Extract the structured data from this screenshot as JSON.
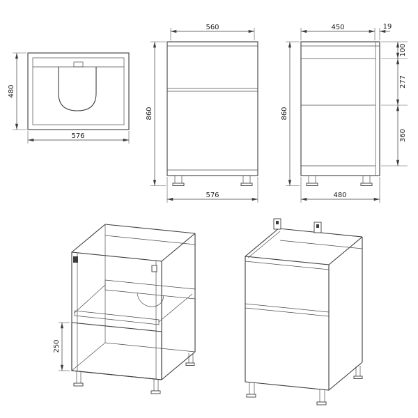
{
  "drawing": {
    "background": "#ffffff",
    "line_color": "#3c3c3c",
    "views": {
      "top_view": {
        "depth": "480",
        "width": "576"
      },
      "front_view": {
        "top_width": "560",
        "height": "860",
        "bottom_width": "576"
      },
      "side_view": {
        "top_depth": "450",
        "back_gap": "19",
        "height": "860",
        "seg_top": "100",
        "seg_middle": "277",
        "seg_bottom": "360",
        "bottom_depth": "480"
      },
      "iso_open_view": {
        "drawer_front_height": "250"
      }
    }
  }
}
